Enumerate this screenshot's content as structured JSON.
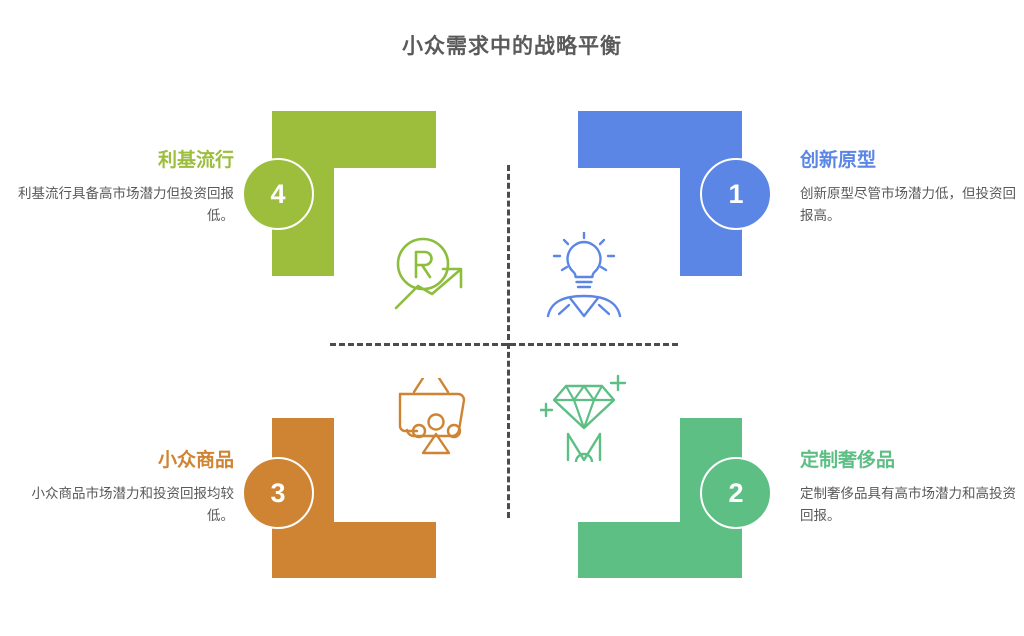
{
  "title": "小众需求中的战略平衡",
  "colors": {
    "green_olive": "#9CBE3C",
    "blue": "#5B86E5",
    "orange": "#CE8433",
    "green_mint": "#5DBF84",
    "title_text": "#5a5a5a",
    "body_text": "#595959",
    "axis": "#4c4c4c"
  },
  "quadrants": [
    {
      "id": "top-left",
      "number": "4",
      "title": "利基流行",
      "description": "利基流行具备高市场潜力但投资回报低。",
      "color": "#9CBE3C",
      "icon": "registered-trademark-growth-icon"
    },
    {
      "id": "top-right",
      "number": "1",
      "title": "创新原型",
      "description": "创新原型尽管市场潜力低，但投资回报高。",
      "color": "#5B86E5",
      "icon": "lightbulb-person-idea-icon"
    },
    {
      "id": "bottom-left",
      "number": "3",
      "title": "小众商品",
      "description": "小众商品市场潜力和投资回报均较低。",
      "color": "#CE8433",
      "icon": "shopping-basket-goods-icon"
    },
    {
      "id": "bottom-right",
      "number": "2",
      "title": "定制奢侈品",
      "description": "定制奢侈品具有高市场潜力和高投资回报。",
      "color": "#5DBF84",
      "icon": "diamond-suit-luxury-icon"
    }
  ]
}
